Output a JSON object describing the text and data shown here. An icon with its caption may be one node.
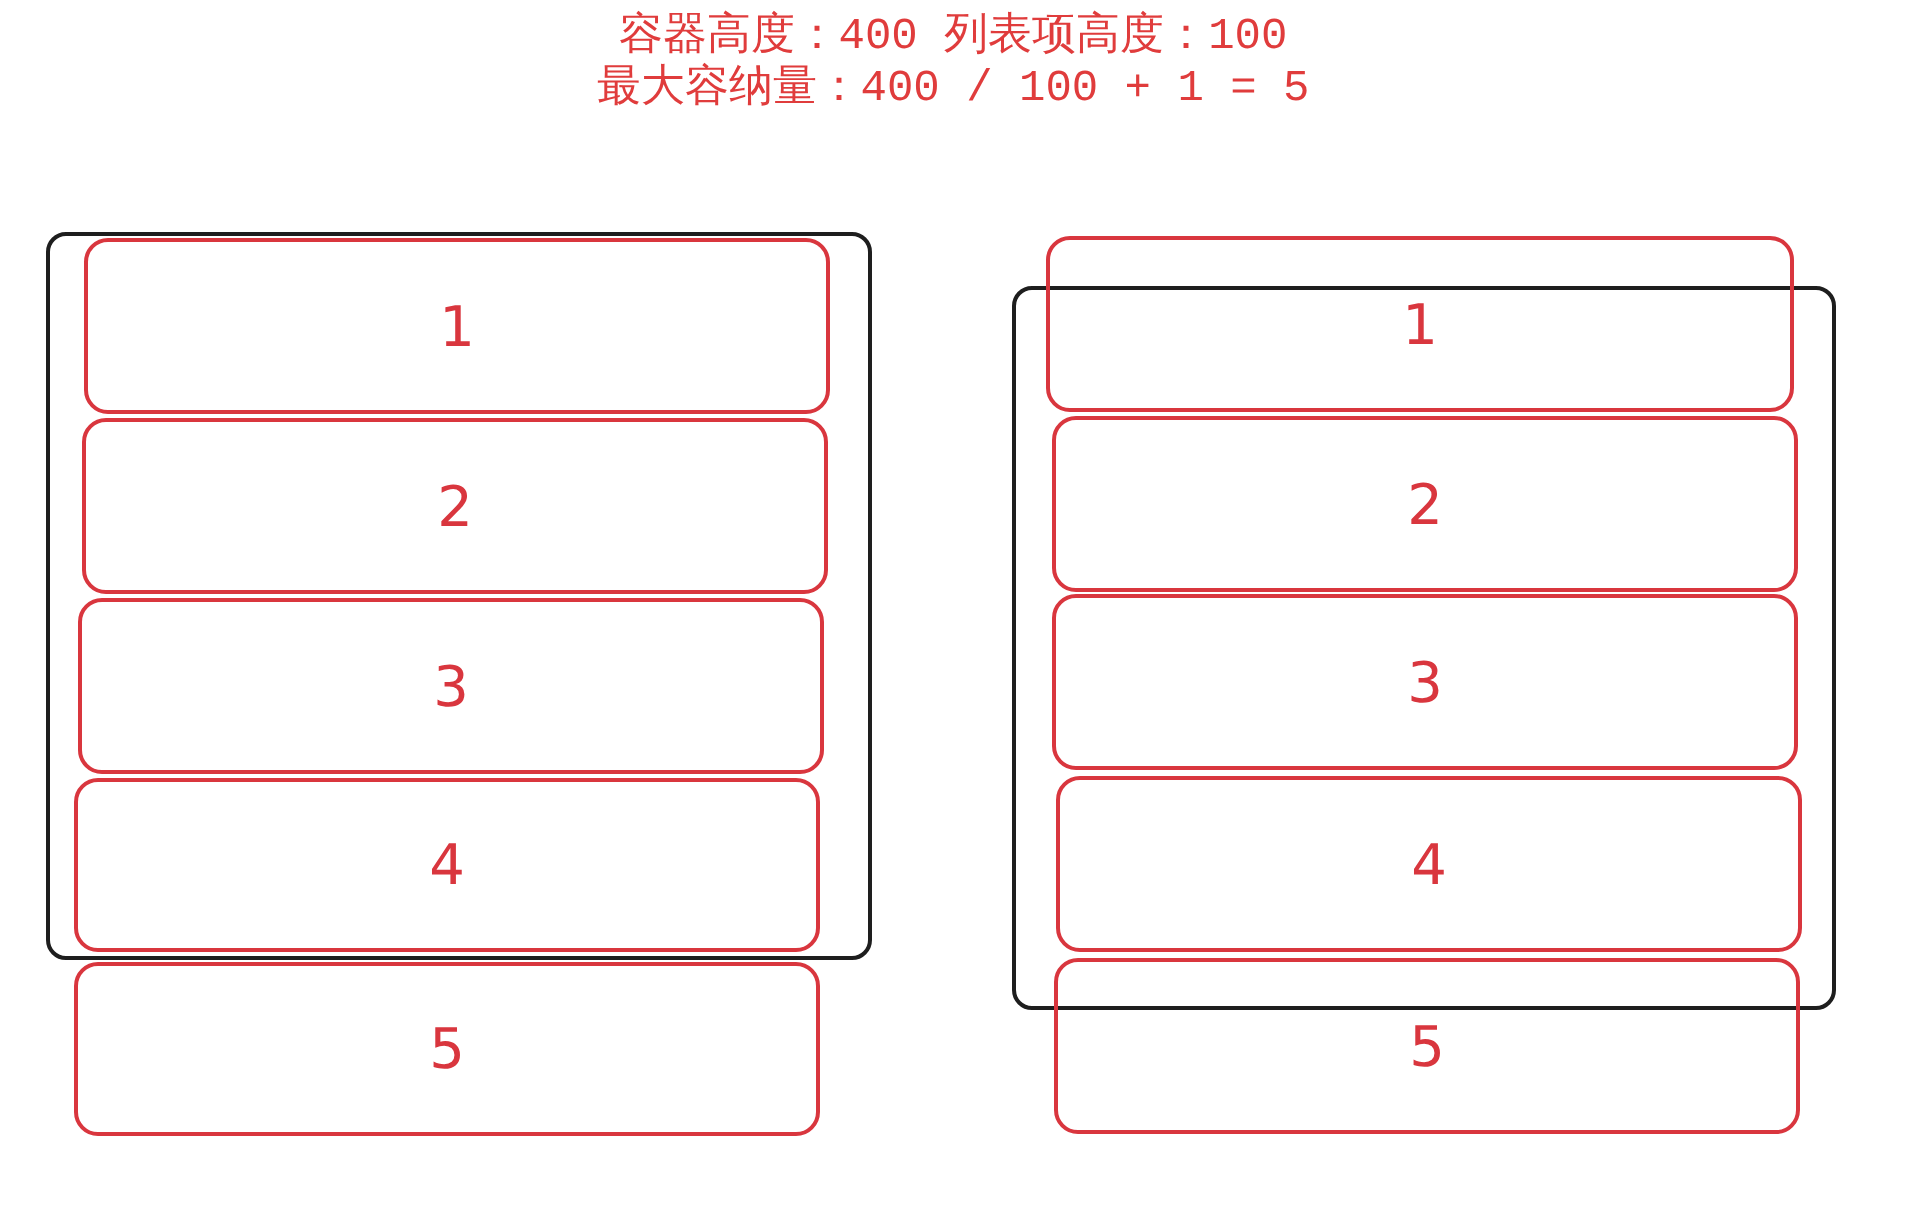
{
  "diagram": {
    "nodes": [
      {
        "text": [],
        "shape": "box"
      },
      {
        "text": [
          "1"
        ],
        "in": 0
      },
      {
        "text": [
          "2"
        ],
        "in": 0
      },
      {
        "text": [
          "3"
        ],
        "in": 0
      },
      {
        "text": [
          "4"
        ],
        "in": 0
      },
      {
        "text": [
          "5"
        ]
      },
      {
        "text": [],
        "shape": "box"
      },
      {
        "text": [
          "1"
        ]
      },
      {
        "text": [
          "2"
        ],
        "in": 6
      },
      {
        "text": [
          "3"
        ],
        "in": 6
      },
      {
        "text": [
          "4"
        ],
        "in": 6
      },
      {
        "text": [
          "5"
        ]
      }
    ],
    "labels": [
      "容器高度：400 列表项高度：100",
      "最大容纳量：400 / 100 + 1 = 5"
    ]
  }
}
